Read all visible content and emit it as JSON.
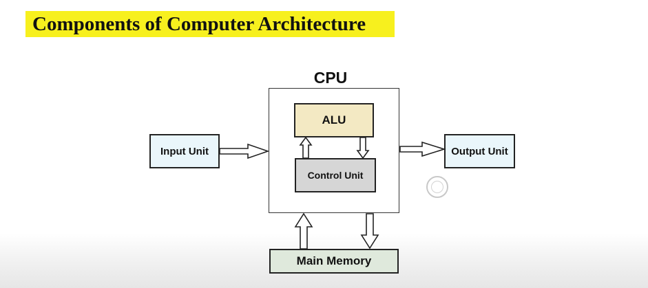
{
  "title": "Components of Computer Architecture",
  "diagram": {
    "cpu_label": "CPU",
    "alu_label": "ALU",
    "control_unit_label": "Control Unit",
    "input_unit_label": "Input Unit",
    "output_unit_label": "Output Unit",
    "main_memory_label": "Main Memory"
  },
  "colors": {
    "title_highlight": "#f7f01e",
    "alu_fill": "#f3e9c3",
    "control_unit_fill": "#d6d6d6",
    "io_fill": "#eaf6fb",
    "memory_fill": "#dfe9dc"
  }
}
